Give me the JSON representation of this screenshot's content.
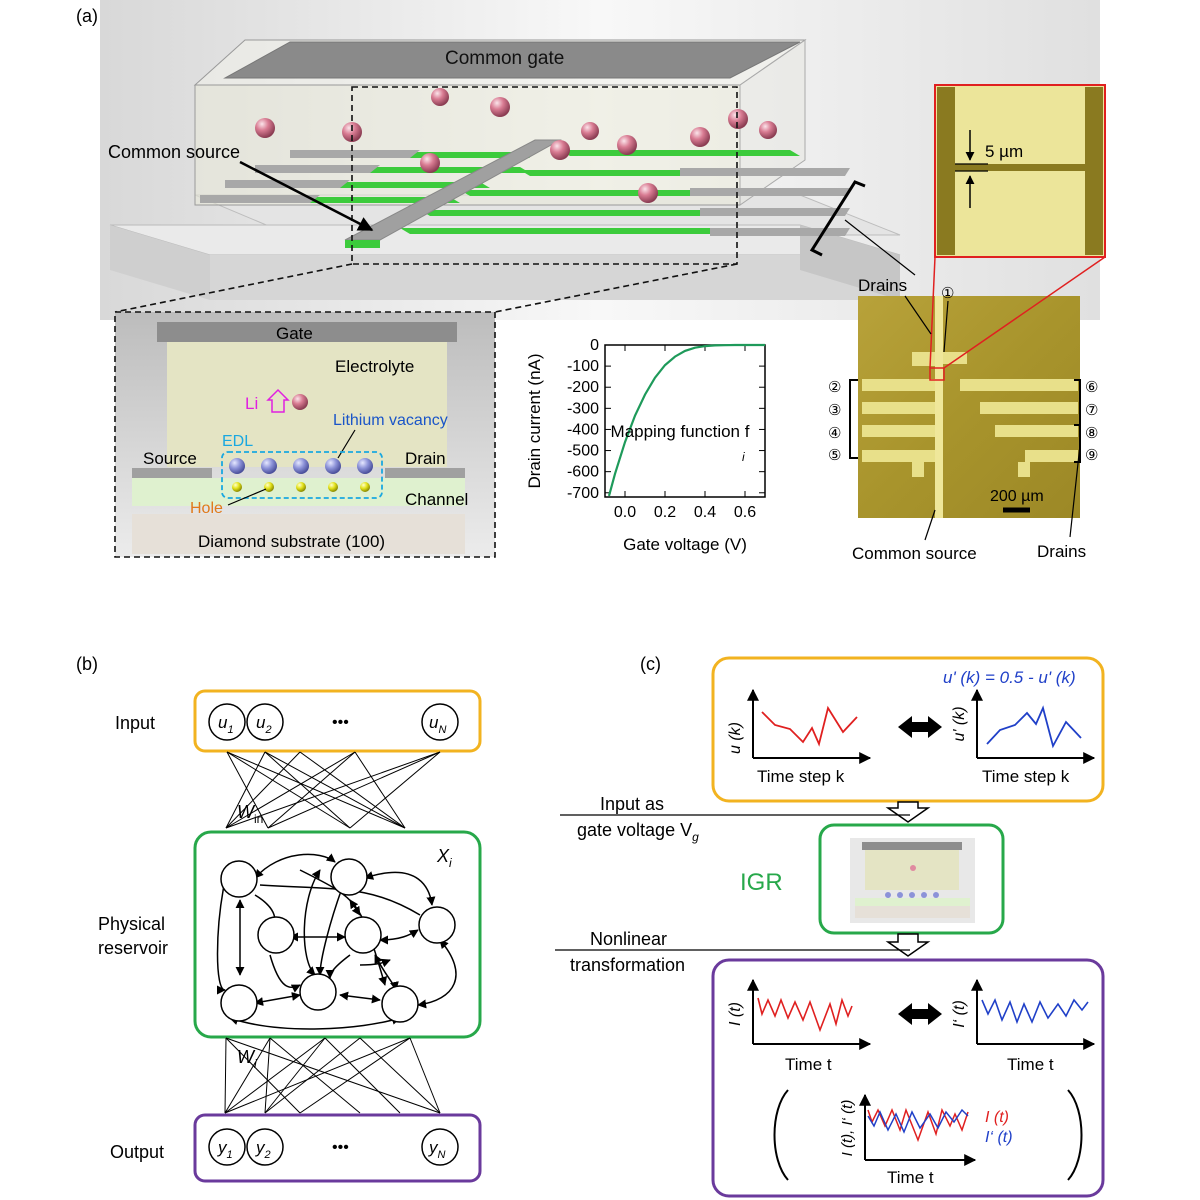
{
  "panel_a": {
    "label": "(a)",
    "common_gate": "Common gate",
    "common_source": "Common source",
    "inset_scale": "5 µm",
    "drains_top": "Drains",
    "circle_1": "①",
    "circles_left": [
      "②",
      "③",
      "④",
      "⑤"
    ],
    "circles_right": [
      "⑥",
      "⑦",
      "⑧",
      "⑨"
    ],
    "micro_scale": "200 µm",
    "micro_common_source": "Common source",
    "drains_bottom": "Drains",
    "cross": {
      "gate": "Gate",
      "electrolyte": "Electrolyte",
      "li": "Li",
      "lithium_vacancy": "Lithium vacancy",
      "edl": "EDL",
      "source": "Source",
      "drain": "Drain",
      "channel": "Channel",
      "hole": "Hole",
      "substrate": "Diamond substrate (100)"
    }
  },
  "chart_data": {
    "type": "line",
    "xlabel": "Gate voltage (V)",
    "ylabel": "Drain current (nA)",
    "annotation": "Mapping function f",
    "annotation_sub": "i",
    "xlim": [
      -0.1,
      0.7
    ],
    "ylim": [
      -720,
      0
    ],
    "xticks": [
      "0.0",
      "0.2",
      "0.4",
      "0.6"
    ],
    "xtick_values": [
      0.0,
      0.2,
      0.4,
      0.6
    ],
    "yticks": [
      "0",
      "-100",
      "-200",
      "-300",
      "-400",
      "-500",
      "-600",
      "-700"
    ],
    "ytick_values": [
      0,
      -100,
      -200,
      -300,
      -400,
      -500,
      -600,
      -700
    ],
    "series": [
      {
        "color": "#1e9a5a",
        "x": [
          -0.08,
          -0.05,
          0.0,
          0.05,
          0.1,
          0.15,
          0.2,
          0.25,
          0.3,
          0.35,
          0.4,
          0.45,
          0.5,
          0.55,
          0.6,
          0.65,
          0.7
        ],
        "y": [
          -715,
          -610,
          -460,
          -335,
          -235,
          -155,
          -95,
          -55,
          -28,
          -13,
          -5,
          -2,
          -1,
          0,
          0,
          0,
          0
        ]
      }
    ]
  },
  "panel_b": {
    "label": "(b)",
    "input": "Input",
    "u1": "u",
    "u1_sub": "1",
    "u2": "u",
    "u2_sub": "2",
    "uN": "u",
    "uN_sub": "N",
    "dots": "•••",
    "win": "W",
    "win_sub": "in",
    "xi": "X",
    "xi_sub": "i",
    "physical": "Physical",
    "reservoir": "reservoir",
    "wi": "W",
    "wi_sub": "i",
    "output": "Output",
    "y1": "y",
    "y1_sub": "1",
    "y2": "y",
    "y2_sub": "2",
    "yN": "y",
    "yN_sub": "N"
  },
  "panel_c": {
    "label": "(c)",
    "equation": "u' (k) = 0.5 - u' (k)",
    "uk_axis": "u (k)",
    "upk_axis": "u' (k)",
    "time_step": "Time step k",
    "input_as": "Input as",
    "gate_voltage": "gate voltage V",
    "vg_sub": "g",
    "igr": "IGR",
    "nonlinear": "Nonlinear",
    "transformation": "transformation",
    "it_axis": "I (t)",
    "ipt_axis": "I‘ (t)",
    "time_t": "Time t",
    "both_axis": "I (t), I‘ (t)",
    "legend_i": "I (t)",
    "legend_ip": "I‘ (t)"
  },
  "colors": {
    "yellow_box": "#f2b320",
    "green_box": "#27a84a",
    "purple_box": "#6a3a9c",
    "red": "#e02020",
    "blue": "#2040c8",
    "green_curve": "#1e9a5a"
  }
}
